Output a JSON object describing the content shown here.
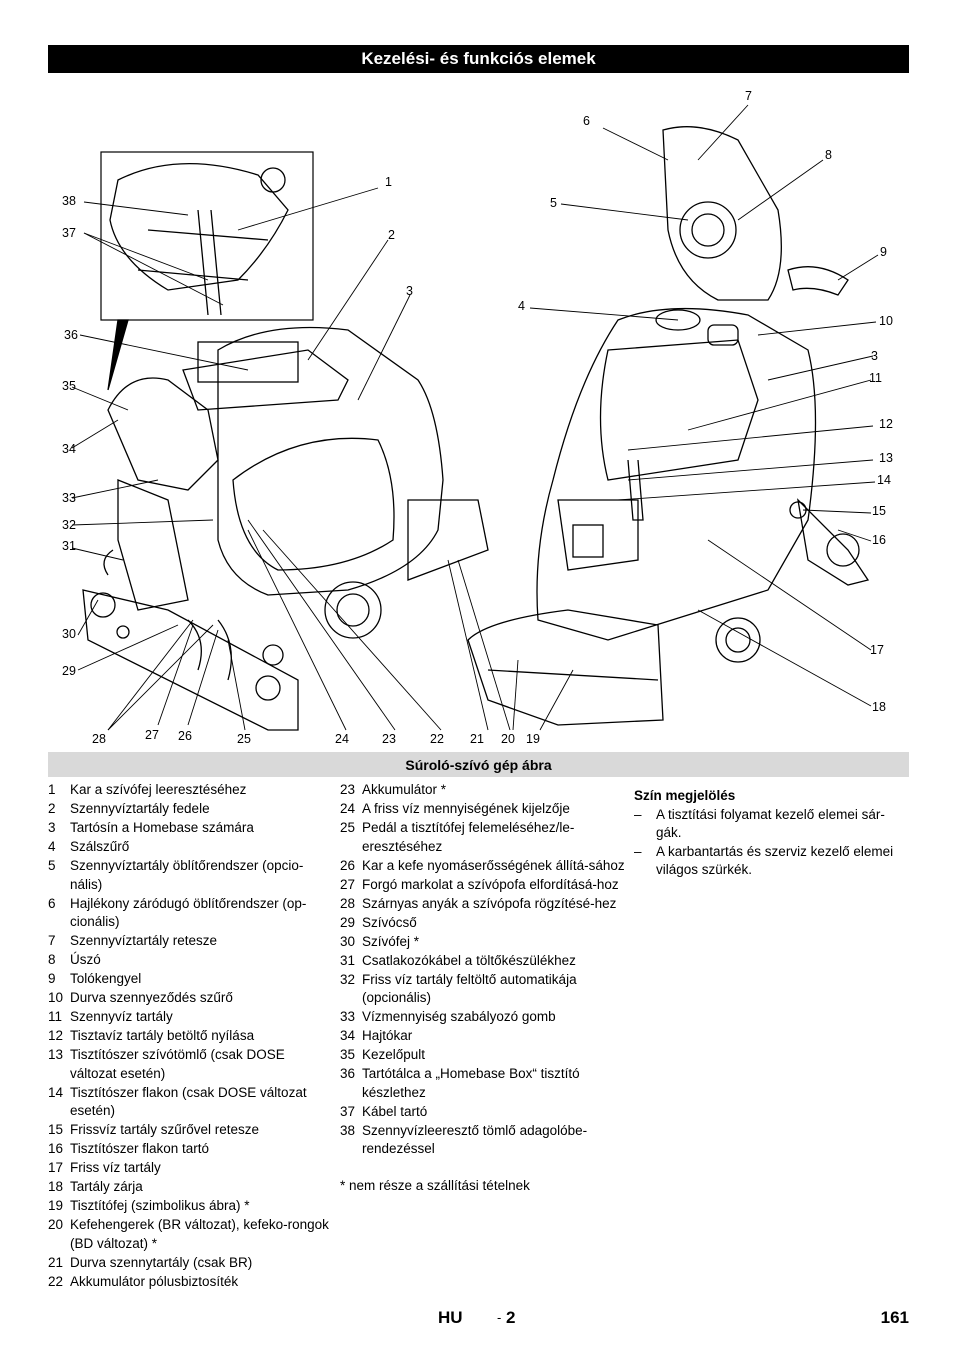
{
  "header": {
    "title": "Kezelési- és funkciós elemek"
  },
  "figure": {
    "caption": "Súroló-szívó gép ábra",
    "callouts": [
      "1",
      "2",
      "3",
      "4",
      "5",
      "6",
      "7",
      "8",
      "9",
      "10",
      "3",
      "11",
      "12",
      "13",
      "14",
      "15",
      "16",
      "17",
      "18",
      "19",
      "20",
      "21",
      "22",
      "23",
      "24",
      "25",
      "26",
      "27",
      "28",
      "29",
      "30",
      "31",
      "32",
      "33",
      "34",
      "35",
      "36",
      "37",
      "38"
    ]
  },
  "parts_col1": [
    {
      "n": "1",
      "t": "Kar a szívófej leeresztéséhez"
    },
    {
      "n": "2",
      "t": "Szennyvíztartály fedele"
    },
    {
      "n": "3",
      "t": "Tartósín a Homebase számára"
    },
    {
      "n": "4",
      "t": "Szálszűrő"
    },
    {
      "n": "5",
      "t": "Szennyvíztartály öblítőrendszer (opcio-nális)"
    },
    {
      "n": "6",
      "t": "Hajlékony záródugó öblítőrendszer (op-cionális)"
    },
    {
      "n": "7",
      "t": "Szennyvíztartály retesze"
    },
    {
      "n": "8",
      "t": "Úszó"
    },
    {
      "n": "9",
      "t": "Tolókengyel"
    },
    {
      "n": "10",
      "t": "Durva szennyeződés szűrő"
    },
    {
      "n": "11",
      "t": "Szennyvíz tartály"
    },
    {
      "n": "12",
      "t": "Tisztavíz tartály betöltő nyílása"
    },
    {
      "n": "13",
      "t": "Tisztítószer szívótömlő (csak DOSE változat esetén)"
    },
    {
      "n": "14",
      "t": "Tisztítószer flakon (csak DOSE változat esetén)"
    },
    {
      "n": "15",
      "t": "Frissvíz tartály szűrővel retesze"
    },
    {
      "n": "16",
      "t": "Tisztítószer flakon tartó"
    },
    {
      "n": "17",
      "t": "Friss víz tartály"
    },
    {
      "n": "18",
      "t": "Tartály zárja"
    },
    {
      "n": "19",
      "t": "Tisztítófej (szimbolikus ábra) *"
    },
    {
      "n": "20",
      "t": "Kefehengerek (BR változat), kefeko-rongok (BD változat) *"
    },
    {
      "n": "21",
      "t": "Durva szennytartály (csak BR)"
    },
    {
      "n": "22",
      "t": "Akkumulátor pólusbiztosíték"
    }
  ],
  "parts_col2": [
    {
      "n": "23",
      "t": "Akkumulátor *"
    },
    {
      "n": "24",
      "t": "A friss víz mennyiségének kijelzője"
    },
    {
      "n": "25",
      "t": "Pedál a tisztítófej felemeléséhez/le-eresztéséhez"
    },
    {
      "n": "26",
      "t": "Kar a kefe nyomáserősségének állítá-sához"
    },
    {
      "n": "27",
      "t": "Forgó markolat a szívópofa elfordításá-hoz"
    },
    {
      "n": "28",
      "t": "Szárnyas anyák a szívópofa rögzítésé-hez"
    },
    {
      "n": "29",
      "t": "Szívócső"
    },
    {
      "n": "30",
      "t": "Szívófej *"
    },
    {
      "n": "31",
      "t": "Csatlakozókábel a töltőkészülékhez"
    },
    {
      "n": "32",
      "t": "Friss víz tartály feltöltő automatikája (opcionális)"
    },
    {
      "n": "33",
      "t": "Vízmennyiség szabályozó gomb"
    },
    {
      "n": "34",
      "t": "Hajtókar"
    },
    {
      "n": "35",
      "t": "Kezelőpult"
    },
    {
      "n": "36",
      "t": "Tartótálca a „Homebase Box“ tisztító készlethez"
    },
    {
      "n": "37",
      "t": "Kábel tartó"
    },
    {
      "n": "38",
      "t": "Szennyvízleeresztő tömlő adagolóbe-rendezéssel"
    }
  ],
  "note": "* nem része a szállítási tételnek",
  "color_marking": {
    "title": "Szín megjelölés",
    "dash": "–",
    "items": [
      "A tisztítási folyamat kezelő elemei sár-gák.",
      "A karbantartás és szerviz kezelő elemei világos szürkék."
    ]
  },
  "footer": {
    "lang": "HU",
    "sep": "-",
    "page": "2",
    "number": "161"
  }
}
